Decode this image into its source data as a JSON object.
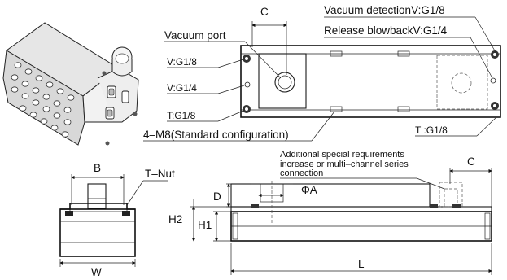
{
  "labels": {
    "vacuum_port": "Vacuum port",
    "vacuum_detection": "Vacuum detectionV:G1/8",
    "release_blowback": "Release blowbackV:G1/4",
    "v_g18": "V:G1/8",
    "v_g14": "V:G1/4",
    "t_g18_left": "T:G1/8",
    "t_g18_right": "T :G1/8",
    "mounting": "4–M8(Standard configuration)",
    "t_nut": "T–Nut",
    "additional_line1": "Additional special requirements",
    "additional_line2": "increase or multi–channel series",
    "additional_line3": "connection"
  },
  "dimensions": {
    "c_top": "C",
    "c_side": "C",
    "b": "B",
    "w": "W",
    "d": "D",
    "phi_a": "ΦA",
    "h1": "H1",
    "h2": "H2",
    "l": "L"
  }
}
